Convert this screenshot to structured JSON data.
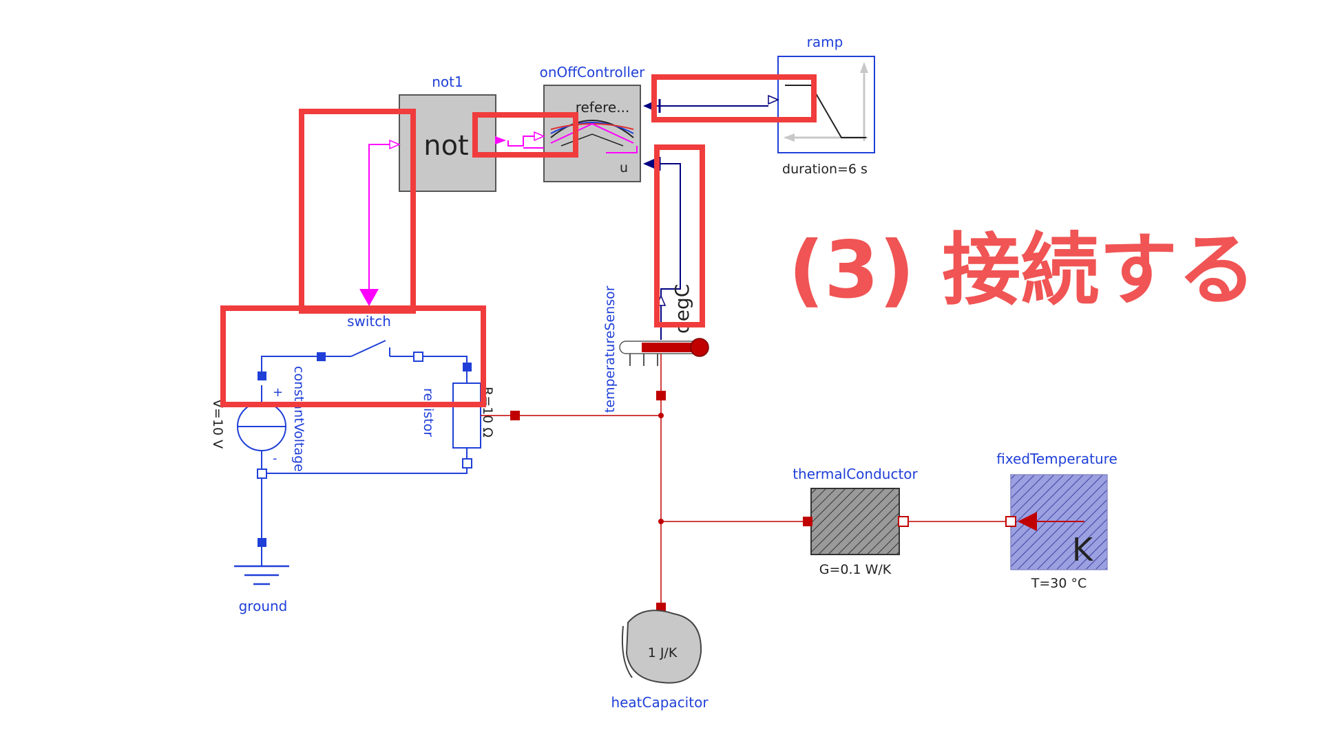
{
  "headline": "(3) 接続する",
  "components": {
    "ramp": {
      "name": "ramp",
      "param": "duration=6 s"
    },
    "not1": {
      "name": "not1",
      "icon_text": "not"
    },
    "onOffController": {
      "name": "onOffController",
      "port_reference": "refere...",
      "port_u": "u"
    },
    "switch": {
      "name": "switch"
    },
    "constantVoltage": {
      "name": "constantVoltage",
      "param": "V=10 V",
      "plus": "+",
      "minus": "-"
    },
    "resistor": {
      "name": "resistor",
      "param": "R=10 Ω"
    },
    "ground": {
      "name": "ground"
    },
    "temperatureSensor": {
      "name": "temperatureSensor",
      "unit": "degC"
    },
    "heatCapacitor": {
      "name": "heatCapacitor",
      "icon_text": "1 J/K"
    },
    "thermalConductor": {
      "name": "thermalConductor",
      "param": "G=0.1 W/K"
    },
    "fixedTemperature": {
      "name": "fixedTemperature",
      "param": "T=30 °C",
      "icon_text": "K"
    }
  },
  "colors": {
    "highlight": "#f03c3c",
    "electrical": "#1f3fd8",
    "boolean_signal": "#ff00ff",
    "real_signal": "#00007f",
    "thermal": "#c00000",
    "headline": "#f05454"
  }
}
